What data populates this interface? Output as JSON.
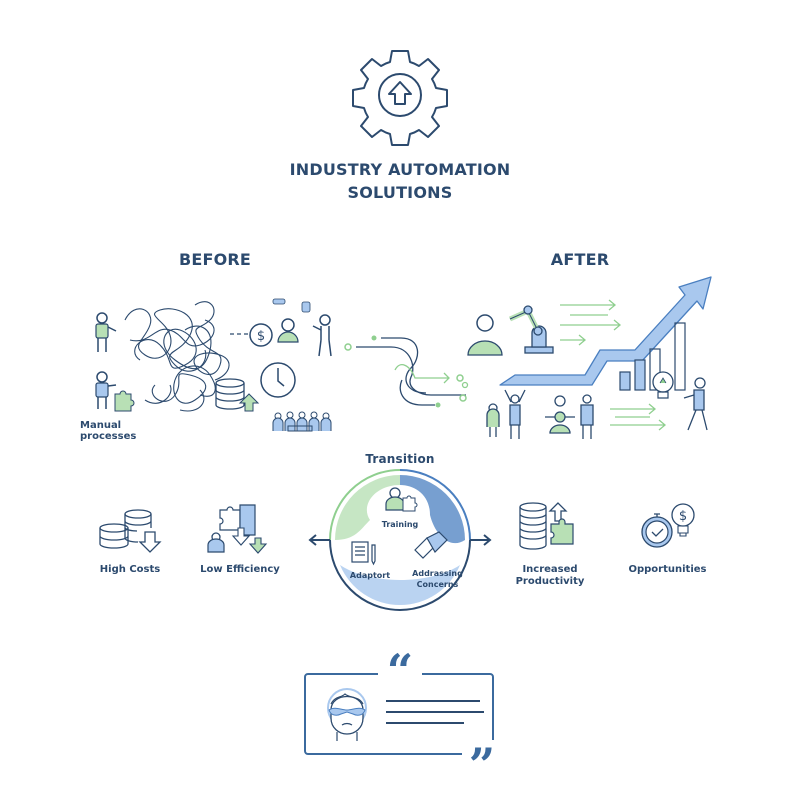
{
  "header": {
    "icon": "gear-upload-icon",
    "title_line1": "INDUSTRY AUTOMATION",
    "title_line2": "SOLUTIONS"
  },
  "before": {
    "heading": "BEFORE",
    "caption": "Manual processes",
    "icons": [
      "person-icon",
      "tangled-process-icon",
      "puzzle-piece-icon",
      "dollar-coin-icon",
      "clock-icon",
      "database-stack-icon",
      "upload-arrow-icon",
      "meeting-team-icon",
      "presenter-icon"
    ]
  },
  "after": {
    "heading": "AFTER",
    "icons": [
      "worker-icon",
      "robot-arm-icon",
      "growth-arrow-icon",
      "bar-chart-icon",
      "lightbulb-icon",
      "team-celebrating-icon",
      "walking-person-icon"
    ]
  },
  "transition": {
    "heading": "Transition",
    "items": [
      {
        "label": "Training",
        "icon": "person-puzzle-icon"
      },
      {
        "label": "Adaptort",
        "icon": "document-pencil-icon"
      },
      {
        "label": "Addrassing Concerns",
        "icon": "handshake-icon"
      }
    ]
  },
  "problems": [
    {
      "label": "High Costs",
      "icon": "coins-down-icon"
    },
    {
      "label": "Low Efficiency",
      "icon": "puzzle-person-down-icon"
    }
  ],
  "benefits": [
    {
      "label": "Increased Productivity",
      "icon": "database-puzzle-up-icon"
    },
    {
      "label": "Opportunities",
      "icon": "stopwatch-lightbulb-dollar-icon"
    }
  ],
  "testimonial": {
    "open_quote": "“",
    "close_quote": "”",
    "icon": "avatar-face-icon"
  },
  "colors": {
    "navy": "#2c4a6e",
    "green": "#8fcf8f",
    "green_fill": "#b8e0b5",
    "blue_fill": "#a9c8ee",
    "blue_accent": "#4a7fc0"
  }
}
